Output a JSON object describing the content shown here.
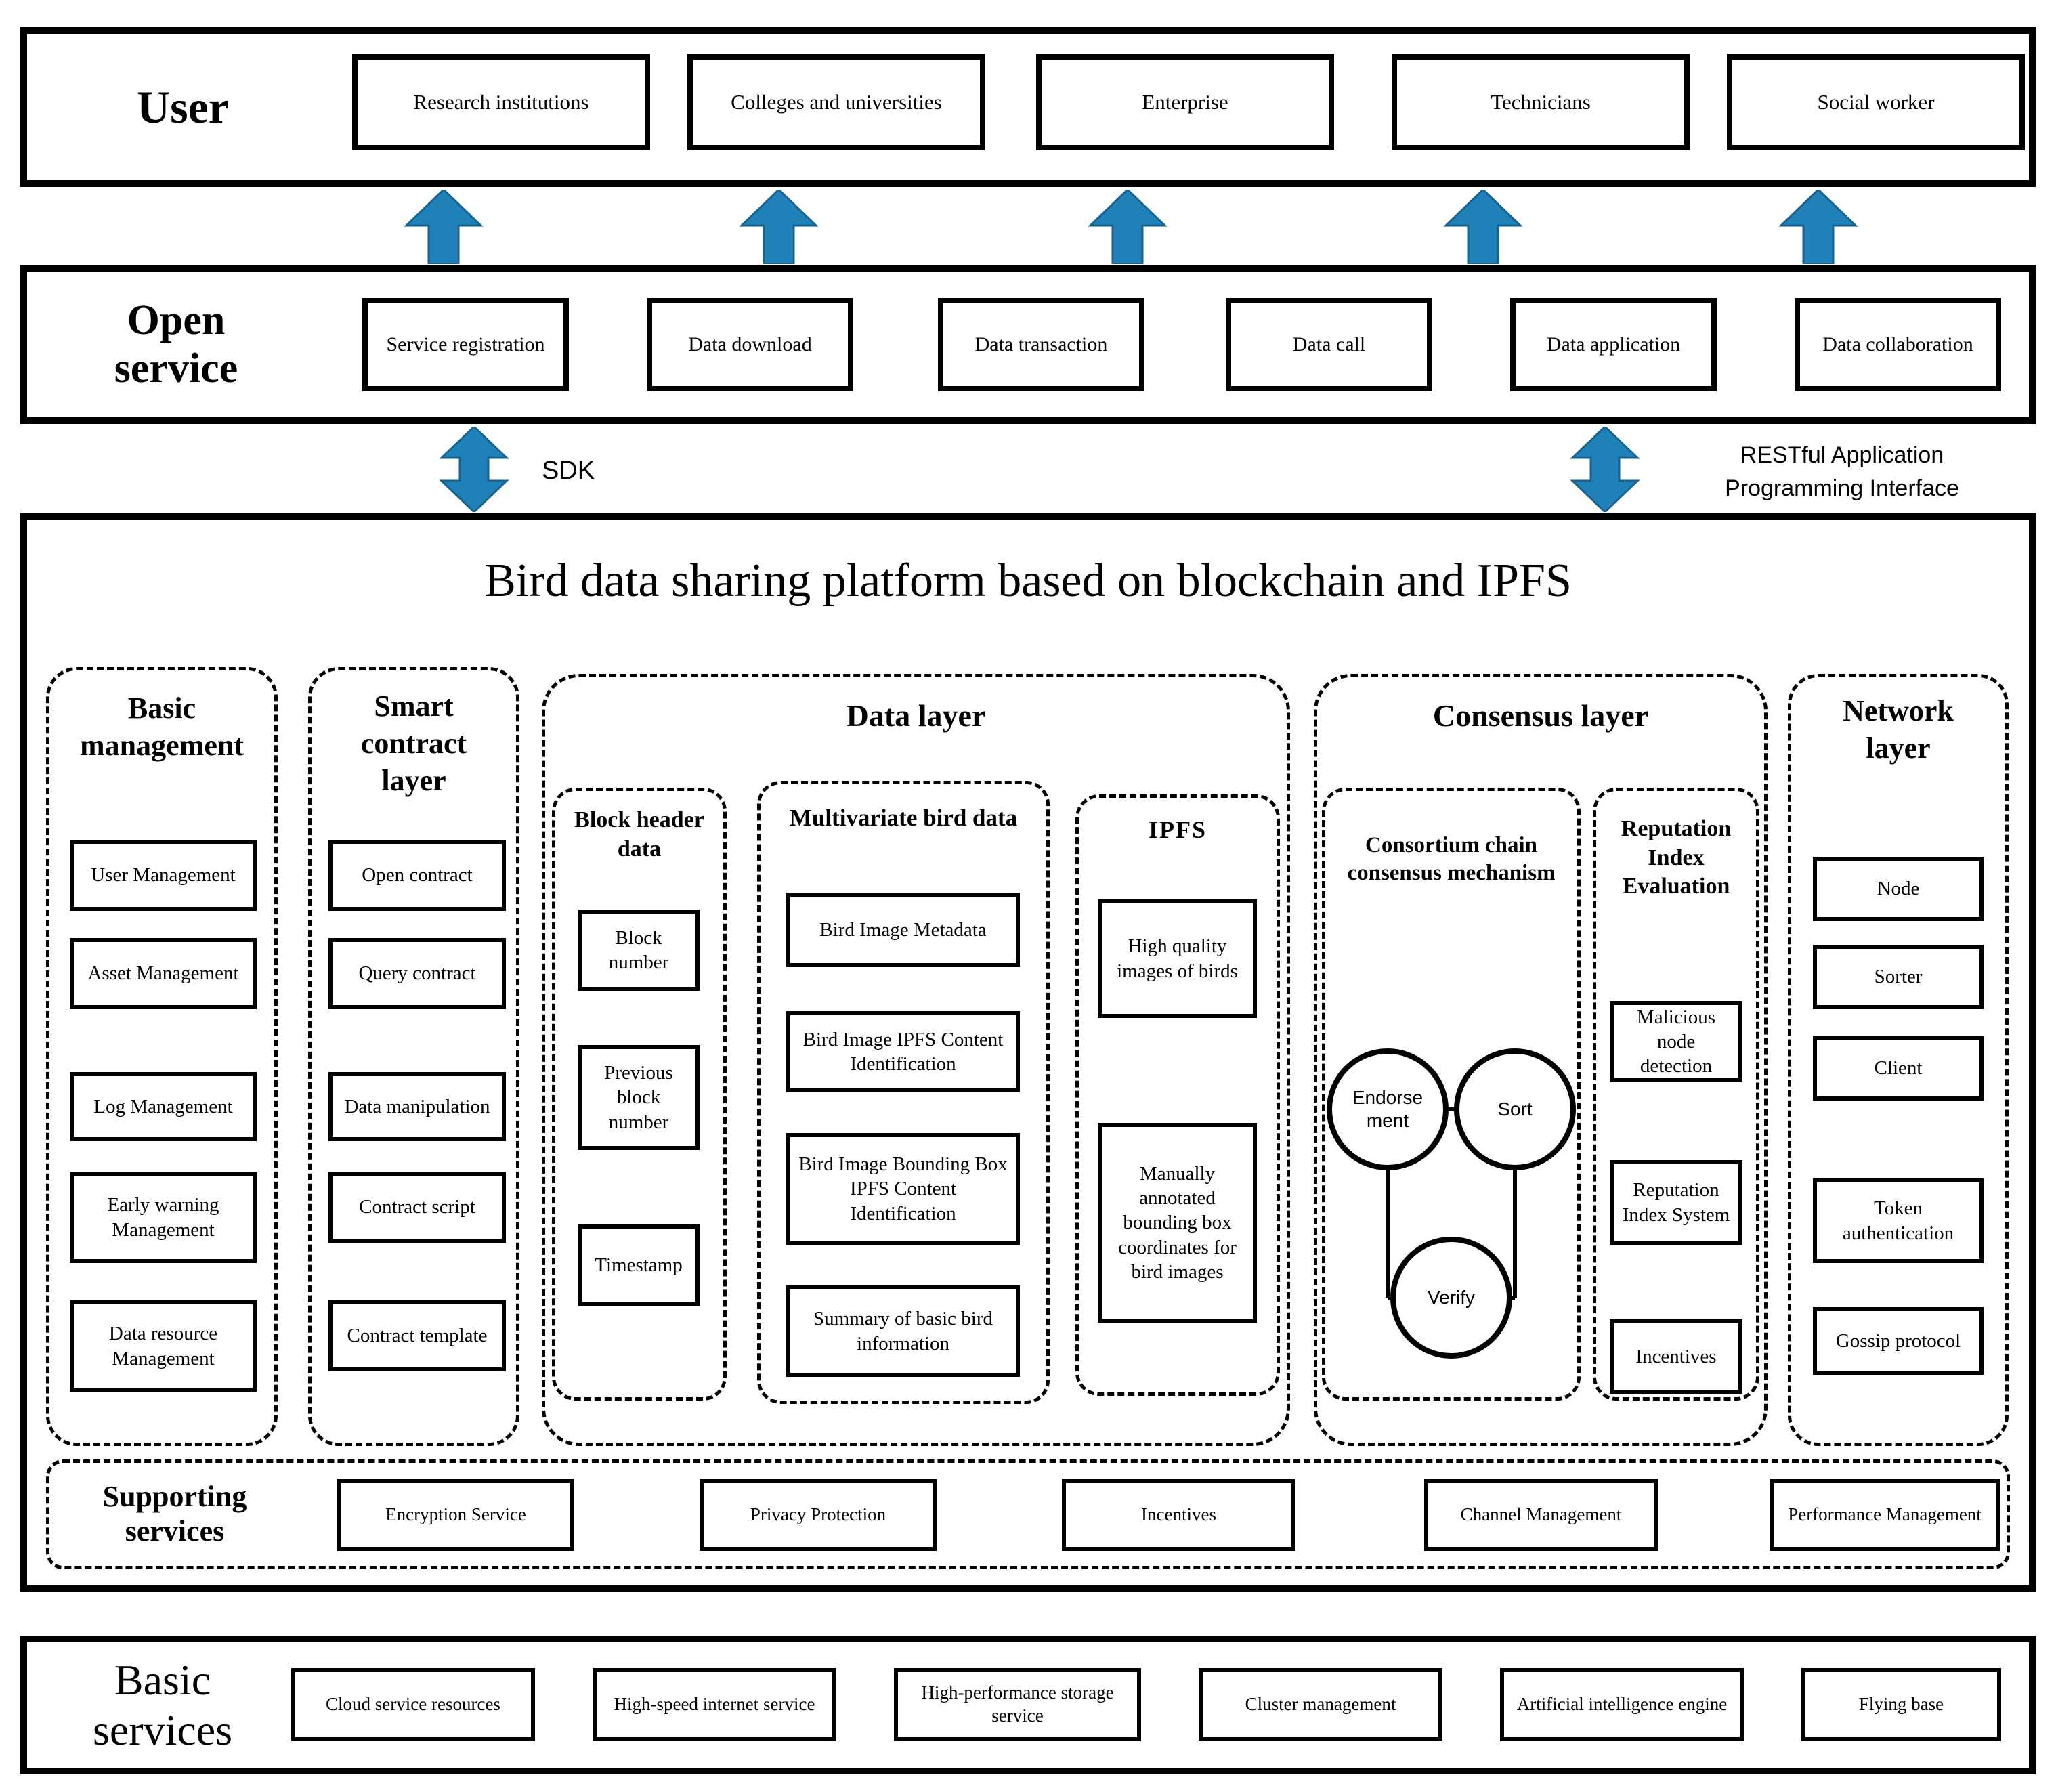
{
  "user_section": {
    "label": "User",
    "items": [
      "Research institutions",
      "Colleges and universities",
      "Enterprise",
      "Technicians",
      "Social worker"
    ]
  },
  "open_service_section": {
    "label": "Open service",
    "items": [
      "Service registration",
      "Data download",
      "Data transaction",
      "Data call",
      "Data application",
      "Data collaboration"
    ]
  },
  "connectors": {
    "sdk_label": "SDK",
    "rest_label": "RESTful Application\nProgramming Interface",
    "arrow_color": "#1F81B8"
  },
  "platform": {
    "title": "Bird data sharing platform based on blockchain and IPFS",
    "basic_management": {
      "title": "Basic management",
      "items": [
        "User Management",
        "Asset Management",
        "Log Management",
        "Early warning Management",
        "Data resource Management"
      ]
    },
    "smart_contract_layer": {
      "title": "Smart contract layer",
      "items": [
        "Open contract",
        "Query contract",
        "Data manipulation",
        "Contract script",
        "Contract template"
      ]
    },
    "data_layer": {
      "title": "Data layer",
      "block_header_data": {
        "title": "Block header data",
        "items": [
          "Block number",
          "Previous block number",
          "Timestamp"
        ]
      },
      "multivariate_bird_data": {
        "title": "Multivariate bird data",
        "items": [
          "Bird Image Metadata",
          "Bird Image IPFS Content Identification",
          "Bird Image Bounding Box IPFS Content Identification",
          "Summary of basic bird information"
        ]
      },
      "ipfs": {
        "title": "IPFS",
        "items": [
          "High quality images of birds",
          "Manually annotated bounding box coordinates for bird images"
        ]
      }
    },
    "consensus_layer": {
      "title": "Consensus layer",
      "consortium": {
        "title": "Consortium chain consensus mechanism",
        "nodes": [
          "Endorsement",
          "Sort",
          "Verify"
        ]
      },
      "reputation": {
        "title": "Reputation Index Evaluation",
        "items": [
          "Malicious node detection",
          "Reputation Index System",
          "Incentives"
        ]
      }
    },
    "network_layer": {
      "title": "Network layer",
      "items": [
        "Node",
        "Sorter",
        "Client",
        "Token authentication",
        "Gossip protocol"
      ]
    },
    "supporting_services": {
      "title": "Supporting services",
      "items": [
        "Encryption Service",
        "Privacy Protection",
        "Incentives",
        "Channel Management",
        "Performance Management"
      ]
    }
  },
  "basic_services_section": {
    "label": "Basic services",
    "items": [
      "Cloud service resources",
      "High-speed internet service",
      "High-performance storage service",
      "Cluster management",
      "Artificial intelligence engine",
      "Flying base"
    ]
  }
}
